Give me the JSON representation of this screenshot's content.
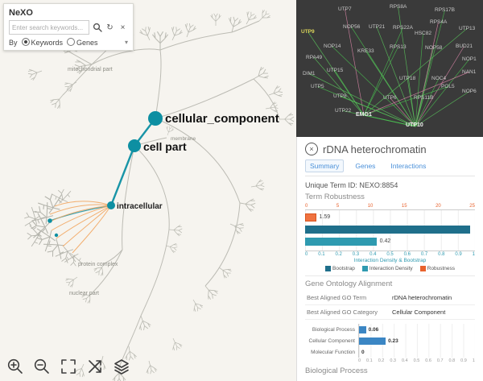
{
  "app": {
    "title": "NeXO"
  },
  "icons": {
    "close": "×",
    "reset": "↻",
    "caret": "▾"
  },
  "search": {
    "placeholder": "Enter search keywords...",
    "by_label": "By",
    "options": [
      {
        "label": "Keywords",
        "selected": true
      },
      {
        "label": "Genes",
        "selected": false
      }
    ]
  },
  "tree": {
    "labels": {
      "cellular_component": "cellular_component",
      "cell_part": "cell part",
      "intracellular": "intracellular",
      "mitochondrial_part": "mitochondrial part",
      "membrane": "membrane",
      "protein_complex": "protein complex",
      "nuclear_part": "nuclear part"
    },
    "accent_color": "#0d8fa2",
    "highlight_edge_color": "#f2a45c"
  },
  "network": {
    "background": "#3a3a3a",
    "edge_color_green": "#49b84f",
    "edge_color_pink": "#d884a6",
    "highlighted_node": "UTP9",
    "hub_node": "UTP10",
    "nodes": [
      "UTP7",
      "RPS8A",
      "RPS17B",
      "UTP9",
      "NOP56",
      "UTP21",
      "RPS22A",
      "RPS4A",
      "HSC82",
      "UTP13",
      "NOP14",
      "KRE33",
      "RPS13",
      "NOP58",
      "BUD21",
      "RPA49",
      "NOP1",
      "DIM1",
      "UTP15",
      "UTP18",
      "NOC4",
      "NAN1",
      "UTP5",
      "UTP8",
      "POL5",
      "NOP6",
      "UTP22",
      "EMG1",
      "UTP6",
      "RPS11B",
      "UTP10"
    ]
  },
  "details": {
    "title": "rDNA heterochromatin",
    "tabs": [
      "Summary",
      "Genes",
      "Interactions"
    ],
    "active_tab": "Summary",
    "unique_term": {
      "label": "Unique Term ID:",
      "value": "NEXO:8854"
    },
    "headings": {
      "term_robustness": "Term Robustness",
      "go_alignment": "Gene Ontology Alignment",
      "biological_process": "Biological Process"
    },
    "alignment_rows": [
      {
        "label": "Best Aligned GO Term",
        "value": "rDNA heterochromatin"
      },
      {
        "label": "Best Aligned GO Category",
        "value": "Cellular Component"
      }
    ],
    "legend": [
      {
        "label": "Bootstrap",
        "color": "#1f6f8b"
      },
      {
        "label": "Interaction Density",
        "color": "#2e9ab0"
      },
      {
        "label": "Robustness",
        "color": "#e8622d"
      }
    ]
  },
  "chart_data": [
    {
      "type": "bar",
      "title": "Term Robustness",
      "orientation": "horizontal",
      "top_axis": {
        "series": "Robustness",
        "range": [
          0,
          25
        ],
        "ticks": [
          "0",
          "5",
          "10",
          "15",
          "20",
          "25"
        ]
      },
      "bottom_axis": {
        "label": "Interaction Density & Bootstrap",
        "range": [
          0,
          1
        ],
        "ticks": [
          "0",
          "0.1",
          "0.2",
          "0.3",
          "0.4",
          "0.5",
          "0.6",
          "0.7",
          "0.8",
          "0.9",
          "1"
        ]
      },
      "bars": [
        {
          "name": "Robustness",
          "value": 1.59,
          "display": "1.59",
          "color": "#e8622d",
          "axis": "top"
        },
        {
          "name": "Bootstrap",
          "value": 0.97,
          "display": "",
          "color": "#1f6f8b",
          "axis": "bottom"
        },
        {
          "name": "Interaction Density",
          "value": 0.42,
          "display": "0.42",
          "color": "#2e9ab0",
          "axis": "bottom"
        }
      ],
      "grid": true,
      "legend_position": "bottom"
    },
    {
      "type": "bar",
      "title": "Gene Ontology Alignment Scores",
      "orientation": "horizontal",
      "categories": [
        "Biological Process",
        "Cellular Component",
        "Molecular Function"
      ],
      "values": [
        0.06,
        0.23,
        0
      ],
      "value_labels": [
        "0.06",
        "0.23",
        "0"
      ],
      "xlim": [
        0,
        1
      ],
      "ticks": [
        "0",
        "0.1",
        "0.2",
        "0.3",
        "0.4",
        "0.5",
        "0.6",
        "0.7",
        "0.8",
        "0.9",
        "1"
      ],
      "bar_color": "#3b86c4",
      "grid": true
    }
  ]
}
